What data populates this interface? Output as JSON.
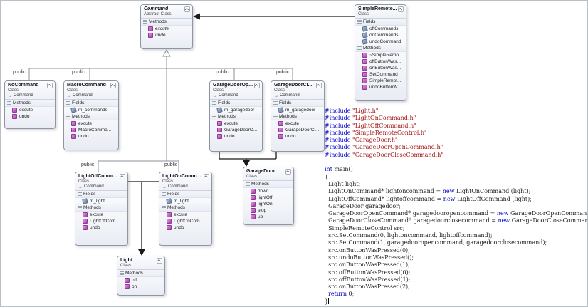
{
  "labels": {
    "public": "public"
  },
  "icons": {
    "base_arrow": "→"
  },
  "colors": {
    "keyword": "#0000cc",
    "string": "#a31515",
    "plain": "#1f1f1f",
    "box_border": "#8f96a3",
    "connector": "#8a8f98",
    "association": "#1a1a1a"
  },
  "classes": [
    {
      "id": "command",
      "title": "Command",
      "kind": "Abstract Class",
      "abstract": true,
      "sections": [
        {
          "header": "Methods",
          "items": [
            {
              "type": "method",
              "label": "excute"
            },
            {
              "type": "method",
              "label": "undo"
            }
          ]
        }
      ]
    },
    {
      "id": "simpleRemote",
      "title": "SimpleRemote...",
      "kind": "Class",
      "sections": [
        {
          "header": "Fields",
          "items": [
            {
              "type": "field",
              "label": "offCommands"
            },
            {
              "type": "field",
              "label": "onCommands"
            },
            {
              "type": "field",
              "label": "undoCommand"
            }
          ]
        },
        {
          "header": "Methods",
          "items": [
            {
              "type": "method",
              "label": "~SimpleRemo..."
            },
            {
              "type": "method",
              "label": "offButtonWas..."
            },
            {
              "type": "method",
              "label": "onButtonWas..."
            },
            {
              "type": "method",
              "label": "SetCommand"
            },
            {
              "type": "method",
              "label": "SimpleRemot..."
            },
            {
              "type": "method",
              "label": "undoButtonW..."
            }
          ]
        }
      ]
    },
    {
      "id": "noCommand",
      "title": "NoCommand",
      "kind": "Class",
      "base": "Command",
      "sections": [
        {
          "header": "Methods",
          "items": [
            {
              "type": "method",
              "label": "excute"
            },
            {
              "type": "method",
              "label": "undo"
            }
          ]
        }
      ]
    },
    {
      "id": "macroCommand",
      "title": "MacroCommand",
      "kind": "Class",
      "base": "Command",
      "sections": [
        {
          "header": "Fields",
          "items": [
            {
              "type": "field",
              "label": "m_commands"
            }
          ]
        },
        {
          "header": "Methods",
          "items": [
            {
              "type": "method",
              "label": "excute"
            },
            {
              "type": "method",
              "label": "MacroComma..."
            },
            {
              "type": "method",
              "label": "undo"
            }
          ]
        }
      ]
    },
    {
      "id": "garageDoorOpen",
      "title": "GarageDoorOp...",
      "kind": "Class",
      "base": "Command",
      "sections": [
        {
          "header": "Fields",
          "items": [
            {
              "type": "field",
              "label": "m_garagedoor"
            }
          ]
        },
        {
          "header": "Methods",
          "items": [
            {
              "type": "method",
              "label": "excute"
            },
            {
              "type": "method",
              "label": "GarageDoorO..."
            },
            {
              "type": "method",
              "label": "undo"
            }
          ]
        }
      ]
    },
    {
      "id": "garageDoorClose",
      "title": "GarageDoorCl...",
      "kind": "Class",
      "base": "Command",
      "sections": [
        {
          "header": "Fields",
          "items": [
            {
              "type": "field",
              "label": "m_garagedoor"
            }
          ]
        },
        {
          "header": "Methods",
          "items": [
            {
              "type": "method",
              "label": "excute"
            },
            {
              "type": "method",
              "label": "GarageDoorCl..."
            },
            {
              "type": "method",
              "label": "undo"
            }
          ]
        }
      ]
    },
    {
      "id": "lightOffCommand",
      "title": "LightOffComm...",
      "kind": "Class",
      "base": "Command",
      "sections": [
        {
          "header": "Fields",
          "items": [
            {
              "type": "field",
              "label": "m_light"
            }
          ]
        },
        {
          "header": "Methods",
          "items": [
            {
              "type": "method",
              "label": "excute"
            },
            {
              "type": "method",
              "label": "LightOffCom..."
            },
            {
              "type": "method",
              "label": "undo"
            }
          ]
        }
      ]
    },
    {
      "id": "lightOnCommand",
      "title": "LightOnComm...",
      "kind": "Class",
      "base": "Command",
      "sections": [
        {
          "header": "Fields",
          "items": [
            {
              "type": "field",
              "label": "m_light"
            }
          ]
        },
        {
          "header": "Methods",
          "items": [
            {
              "type": "method",
              "label": "excute"
            },
            {
              "type": "method",
              "label": "LightOnCom..."
            },
            {
              "type": "method",
              "label": "undo"
            }
          ]
        }
      ]
    },
    {
      "id": "garageDoor",
      "title": "GarageDoor",
      "kind": "Class",
      "sections": [
        {
          "header": "Methods",
          "items": [
            {
              "type": "method",
              "label": "down"
            },
            {
              "type": "method",
              "label": "lightOff"
            },
            {
              "type": "method",
              "label": "lightOn"
            },
            {
              "type": "method",
              "label": "stop"
            },
            {
              "type": "method",
              "label": "up"
            }
          ]
        }
      ]
    },
    {
      "id": "light",
      "title": "Light",
      "kind": "Class",
      "sections": [
        {
          "header": "Methods",
          "items": [
            {
              "type": "method",
              "label": "off"
            },
            {
              "type": "method",
              "label": "on"
            }
          ]
        }
      ]
    }
  ],
  "code": {
    "lines": [
      [
        [
          "#include ",
          "kw"
        ],
        [
          "\"Light.h\"",
          "str"
        ]
      ],
      [
        [
          "#include ",
          "kw"
        ],
        [
          "\"LightOnCommand.h\"",
          "str"
        ]
      ],
      [
        [
          "#include ",
          "kw"
        ],
        [
          "\"LightOffCommand.h\"",
          "str"
        ]
      ],
      [
        [
          "#include ",
          "kw"
        ],
        [
          "\"SimpleRemoteControl.h\"",
          "str"
        ]
      ],
      [
        [
          "#include ",
          "kw"
        ],
        [
          "\"GarageDoor.h\"",
          "str"
        ]
      ],
      [
        [
          "#include ",
          "kw"
        ],
        [
          "\"GarageDoorOpenCommand.h\"",
          "str"
        ]
      ],
      [
        [
          "#include ",
          "kw"
        ],
        [
          "\"GarageDoorCloseCommand.h\"",
          "str"
        ]
      ],
      [],
      [
        [
          "int ",
          "kw"
        ],
        [
          "main()",
          "plain"
        ]
      ],
      [
        [
          "{",
          "plain"
        ]
      ],
      [
        [
          "  Light light;",
          "plain"
        ]
      ],
      [
        [
          "  LightOnCommand* lightoncommand = ",
          "plain"
        ],
        [
          "new",
          "kw"
        ],
        [
          " LightOnCommand (light);",
          "plain"
        ]
      ],
      [
        [
          "  LightOffCommand* lightoffcommand = ",
          "plain"
        ],
        [
          "new",
          "kw"
        ],
        [
          " LightOffCommand (light);",
          "plain"
        ]
      ],
      [
        [
          "  GarageDoor garagedoor;",
          "plain"
        ]
      ],
      [
        [
          "  GarageDoorOpenCommand* garagedooropencommand = ",
          "plain"
        ],
        [
          "new",
          "kw"
        ],
        [
          " GarageDoorOpenCommand(garagedoor);",
          "plain"
        ]
      ],
      [
        [
          "  GarageDoorCloseCommand* garagedoorclosecommand = ",
          "plain"
        ],
        [
          "new",
          "kw"
        ],
        [
          " GarageDoorCloseCommand(garagedoor);",
          "plain"
        ]
      ],
      [
        [
          "  SimpleRemoteControl src;",
          "plain"
        ]
      ],
      [
        [
          "  src.SetCommand(0, lightoncommand, lightoffcommand);",
          "plain"
        ]
      ],
      [
        [
          "  src.SetCommand(1, garagedooropencommand, garagedoorclosecommand);",
          "plain"
        ]
      ],
      [
        [
          "  src.onButtonWasPressed(0);",
          "plain"
        ]
      ],
      [
        [
          "  src.undoButtonWasPressed();",
          "plain"
        ]
      ],
      [
        [
          "  src.onButtonWasPressed(1);",
          "plain"
        ]
      ],
      [
        [
          "  src.offButtonWasPressed(0);",
          "plain"
        ]
      ],
      [
        [
          "  src.offButtonWasPressed(1);",
          "plain"
        ]
      ],
      [
        [
          "  src.onButtonWasPressed(2);",
          "plain"
        ]
      ],
      [
        [
          "  ",
          "plain"
        ],
        [
          "return",
          "kw"
        ],
        [
          " 0;",
          "plain"
        ]
      ],
      [
        [
          "}",
          "plain"
        ],
        [
          "",
          "cursor"
        ]
      ]
    ]
  }
}
